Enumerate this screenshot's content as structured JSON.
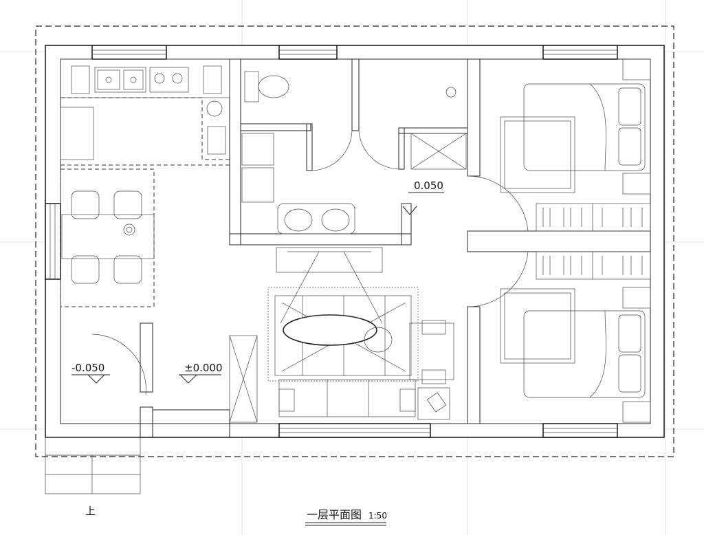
{
  "drawing": {
    "title": "一层平面图",
    "scale": "1:50",
    "stair_label": "上",
    "levels": [
      {
        "id": "entry",
        "text": "-0.050"
      },
      {
        "id": "living",
        "text": "±0.000"
      },
      {
        "id": "hall",
        "text": "0.050"
      }
    ]
  }
}
